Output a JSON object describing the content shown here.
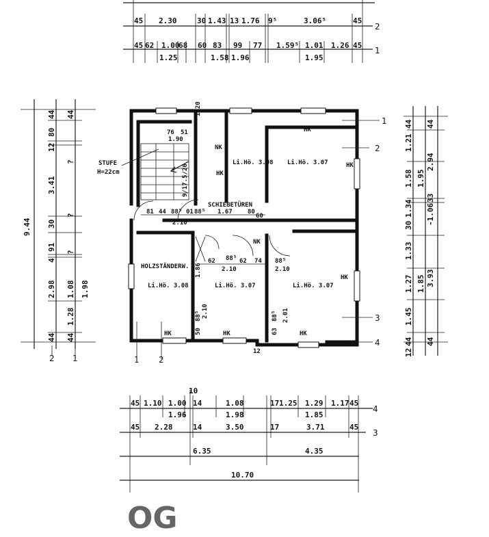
{
  "floor_label": "OG",
  "top_dims": {
    "row2": [
      "45",
      "2.30",
      "30",
      "1.43",
      "13",
      "1.76",
      "9⁵",
      "3.06⁵",
      "45"
    ],
    "row1": [
      "45",
      "62",
      "1.00",
      "68",
      "60",
      "83",
      "99",
      "77",
      "1.59⁵",
      "1.01",
      "1.26",
      "45"
    ],
    "row1_sub": [
      "1.25",
      "1.58",
      "1.96",
      "1.95"
    ],
    "axis_labels": [
      "2",
      "1"
    ]
  },
  "bottom_dims": {
    "row4": [
      "45",
      "1.10",
      "1.00",
      "14",
      "1.08",
      "17",
      "1.25",
      "1.29",
      "1.17",
      "45"
    ],
    "row4_sub": [
      "1.96",
      "1.98",
      "1.85"
    ],
    "row4_top": "10",
    "row3": [
      "45",
      "2.28",
      "14",
      "3.50",
      "17",
      "3.71",
      "45"
    ],
    "sub_totals": [
      "6.35",
      "4.35"
    ],
    "total": "10.70",
    "axis_labels": [
      "4",
      "3"
    ]
  },
  "left_dims": {
    "total": "9.44",
    "outer": [
      "44",
      "80",
      "12",
      "3.41",
      "30",
      "91",
      "4",
      "2.98",
      "44"
    ],
    "inner": [
      "44",
      "?",
      "?",
      "?",
      "1.08",
      "1.28",
      "44"
    ],
    "inner2": [
      "1.98"
    ],
    "axis_labels": [
      "2",
      "1"
    ]
  },
  "right_dims": {
    "outer": [
      "44",
      "1.21",
      "1.58",
      "30",
      "1.34",
      "1.33",
      "1.27",
      "1.45",
      "44",
      "12"
    ],
    "inner": [
      "44",
      "2.94",
      "1.95",
      "33",
      "-1.06",
      "1.85",
      "3.93",
      "44"
    ],
    "axis_labels": [
      "1",
      "2",
      "3",
      "4"
    ]
  },
  "rooms": [
    {
      "label": "Li.Hö. 3.08"
    },
    {
      "label": "Li.Hö. 3.07"
    },
    {
      "label": "Li.Hö. 3.08"
    },
    {
      "label": "Li.Hö. 3.07"
    },
    {
      "label": "Li.Hö. 3.07"
    }
  ],
  "annotations": {
    "stufe": "STUFE",
    "stufe_h": "H=22cm",
    "schiebetueren": "SCHIEBETÜREN",
    "holzstaender": "HOLZSTÄNDERW.",
    "hk": "HK",
    "nk": "NK",
    "stair_dims": [
      "76",
      "51",
      "1.90"
    ],
    "stair_run": "9/17.5/26",
    "hall_dims": [
      "81",
      "44",
      "88⁵",
      "01",
      "88⁵",
      "1.67",
      "80",
      "60"
    ],
    "hall_sub": "2.10",
    "door_dims": [
      "62",
      "88⁵",
      "62",
      "74",
      "88⁵"
    ],
    "door_sub": [
      "2.10",
      "2.10"
    ],
    "bath": [
      "1.86",
      "2.10",
      "50",
      "88⁵",
      "63",
      "88⁵",
      "2.01",
      "12"
    ],
    "top_door": "1.20"
  }
}
